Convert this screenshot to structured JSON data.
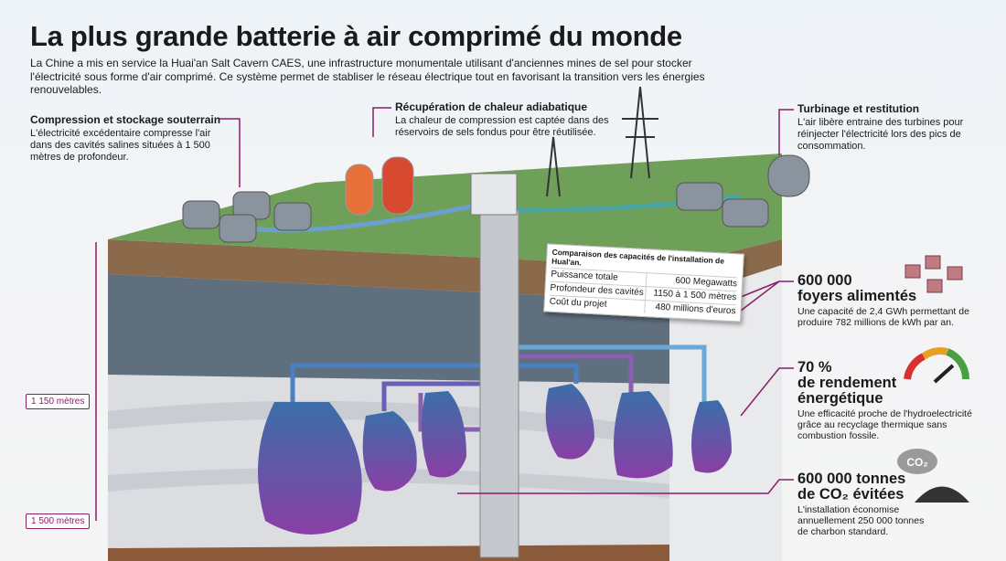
{
  "title": "La plus grande batterie à air comprimé du monde",
  "intro": "La Chine a mis en service la Huai'an Salt Cavern CAES, une infrastructure monumentale utilisant d'anciennes mines de sel pour stocker l'électricité sous forme d'air comprimé. Ce système permet de stabliser le réseau électrique tout en favorisant la transition vers les énergies renouvelables.",
  "callouts": [
    {
      "title": "Compression et stockage souterrain",
      "text": "L'électricité excédentaire compresse l'air dans des cavités salines situées à 1 500 mètres de profondeur."
    },
    {
      "title": "Récupération de chaleur adiabatique",
      "text": "La chaleur de compression est captée dans des réservoirs de sels fondus pour être réutilisée."
    },
    {
      "title": "Turbinage et restitution",
      "text": "L'air libère entraine des turbines pour réinjecter l'électricité lors des pics de consommation."
    }
  ],
  "table": {
    "caption": "Comparaison des capacités de l'installation de Hual'an.",
    "rows": [
      {
        "label": "Puissance totale",
        "value": "600 Megawatts"
      },
      {
        "label": "Profondeur des cavités",
        "value": "1150 à 1 500 mètres"
      },
      {
        "label": "Coût du projet",
        "value": "480 millions d'euros"
      }
    ]
  },
  "depths": [
    "1 150 mètres",
    "1 500 mètres"
  ],
  "stats": [
    {
      "value": "600 000",
      "label": "foyers alimentés",
      "text": "Une capacité de 2,4 GWh permettant de produire 782 millions de kWh par an."
    },
    {
      "value": "70 %",
      "label": "de rendement énergétique",
      "text": "Une efficacité proche de l'hydroelectricité grâce au recyclage thermique sans combustion fossile."
    },
    {
      "value": "600 000 tonnes",
      "label": "de CO₂ évitées",
      "text": "L'installation économise annuellement 250 000 tonnes de charbon standard."
    }
  ],
  "co2_icon_label": "CO₂",
  "colors": {
    "accent": "#8a1d6a",
    "ground": "#6fa05a"
  }
}
